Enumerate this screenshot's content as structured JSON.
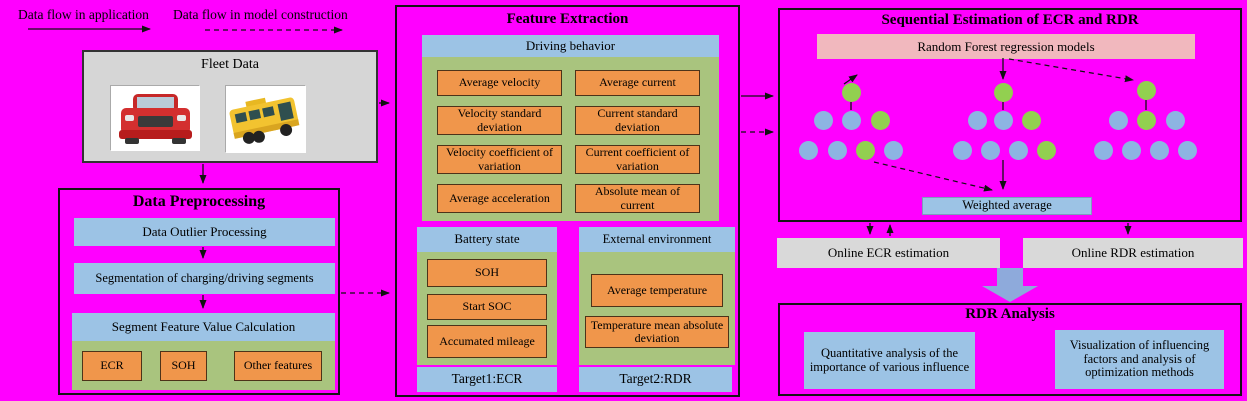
{
  "legend": {
    "application": "Data flow in application",
    "model": "Data flow in model construction"
  },
  "fleet": {
    "title": "Fleet Data",
    "icons": [
      "red-car",
      "yellow-bus"
    ]
  },
  "preprocessing": {
    "title": "Data Preprocessing",
    "steps": [
      "Data Outlier Processing",
      "Segmentation of charging/driving segments"
    ],
    "calculation": {
      "header": "Segment Feature Value Calculation",
      "items": [
        "ECR",
        "SOH",
        "Other features"
      ]
    }
  },
  "feature_extraction": {
    "title": "Feature Extraction",
    "driving": {
      "header": "Driving behavior",
      "items": [
        "Average velocity",
        "Average current",
        "Velocity standard deviation",
        "Current standard deviation",
        "Velocity coefficient of variation",
        "Current coefficient of variation",
        "Average acceleration",
        "Absolute mean of current"
      ]
    },
    "battery": {
      "header": "Battery state",
      "items": [
        "SOH",
        "Start SOC",
        "Accumated mileage"
      ]
    },
    "environment": {
      "header": "External environment",
      "items": [
        "Average temperature",
        "Temperature mean absolute deviation"
      ]
    },
    "targets": [
      "Target1:ECR",
      "Target2:RDR"
    ]
  },
  "sequential": {
    "title": "Sequential Estimation of ECR and RDR",
    "model_box": "Random Forest regression models",
    "weighted_box": "Weighted average",
    "outputs": [
      "Online ECR estimation",
      "Online RDR estimation"
    ],
    "trees": [
      {
        "top": "green",
        "mid": [
          "blue",
          "blue",
          "green"
        ],
        "bottom": [
          "blue",
          "blue",
          "green",
          "blue"
        ]
      },
      {
        "top": "green",
        "mid": [
          "blue",
          "blue",
          "green"
        ],
        "bottom": [
          "blue",
          "blue",
          "blue",
          "green"
        ]
      },
      {
        "top": "green",
        "mid": [
          "blue",
          "green",
          "blue"
        ],
        "bottom": [
          "blue",
          "blue",
          "blue",
          "blue"
        ]
      }
    ]
  },
  "analysis": {
    "title": "RDR Analysis",
    "items": [
      "Quantitative analysis of the importance of various influence",
      "Visualization of influencing factors and analysis of optimization methods"
    ]
  },
  "colors": {
    "background": "#FF00FF",
    "blue_box": "#9CC3E5",
    "green_panel": "#A9C47E",
    "orange_box": "#F0964B",
    "pink_box": "#F1B8BE",
    "gray_box": "#D9D9D9",
    "fleet_gray": "#D6D6D6",
    "node_green": "#92D050",
    "node_blue": "#8DB4E2",
    "big_arrow": "#8EAADB"
  }
}
